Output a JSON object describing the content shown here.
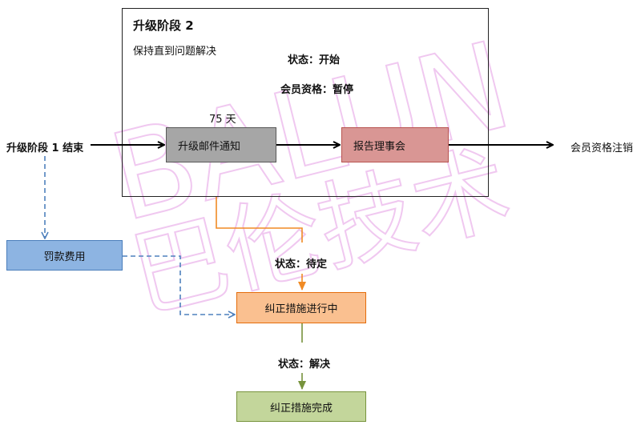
{
  "watermark": {
    "line1": "BALUN",
    "line2": "巴伦技术",
    "color": "#f0c8f0"
  },
  "stage_box": {
    "title": "升级阶段 2",
    "subtitle": "保持直到问题解决",
    "status_label": "状态：开始",
    "membership_label": "会员资格：暂停"
  },
  "flow": {
    "start_label": "升级阶段 1 结束",
    "end_label": "会员资格注销",
    "days_label": "75 天",
    "status_pending": "状态：待定",
    "status_resolved": "状态：解决"
  },
  "nodes": {
    "email_notice": "升级邮件通知",
    "report_board": "报告理事会",
    "fine": "罚款费用",
    "corrective_in_progress": "纠正措施进行中",
    "corrective_done": "纠正措施完成"
  },
  "colors": {
    "email_fill": "#a6a6a6",
    "report_fill": "#d99694",
    "fine_fill": "#8db4e2",
    "corrective_fill": "#fac090",
    "done_fill": "#c3d69b",
    "orange_arrow": "#f08a24",
    "green_arrow": "#77933c",
    "blue_dashed": "#4f81bd"
  }
}
